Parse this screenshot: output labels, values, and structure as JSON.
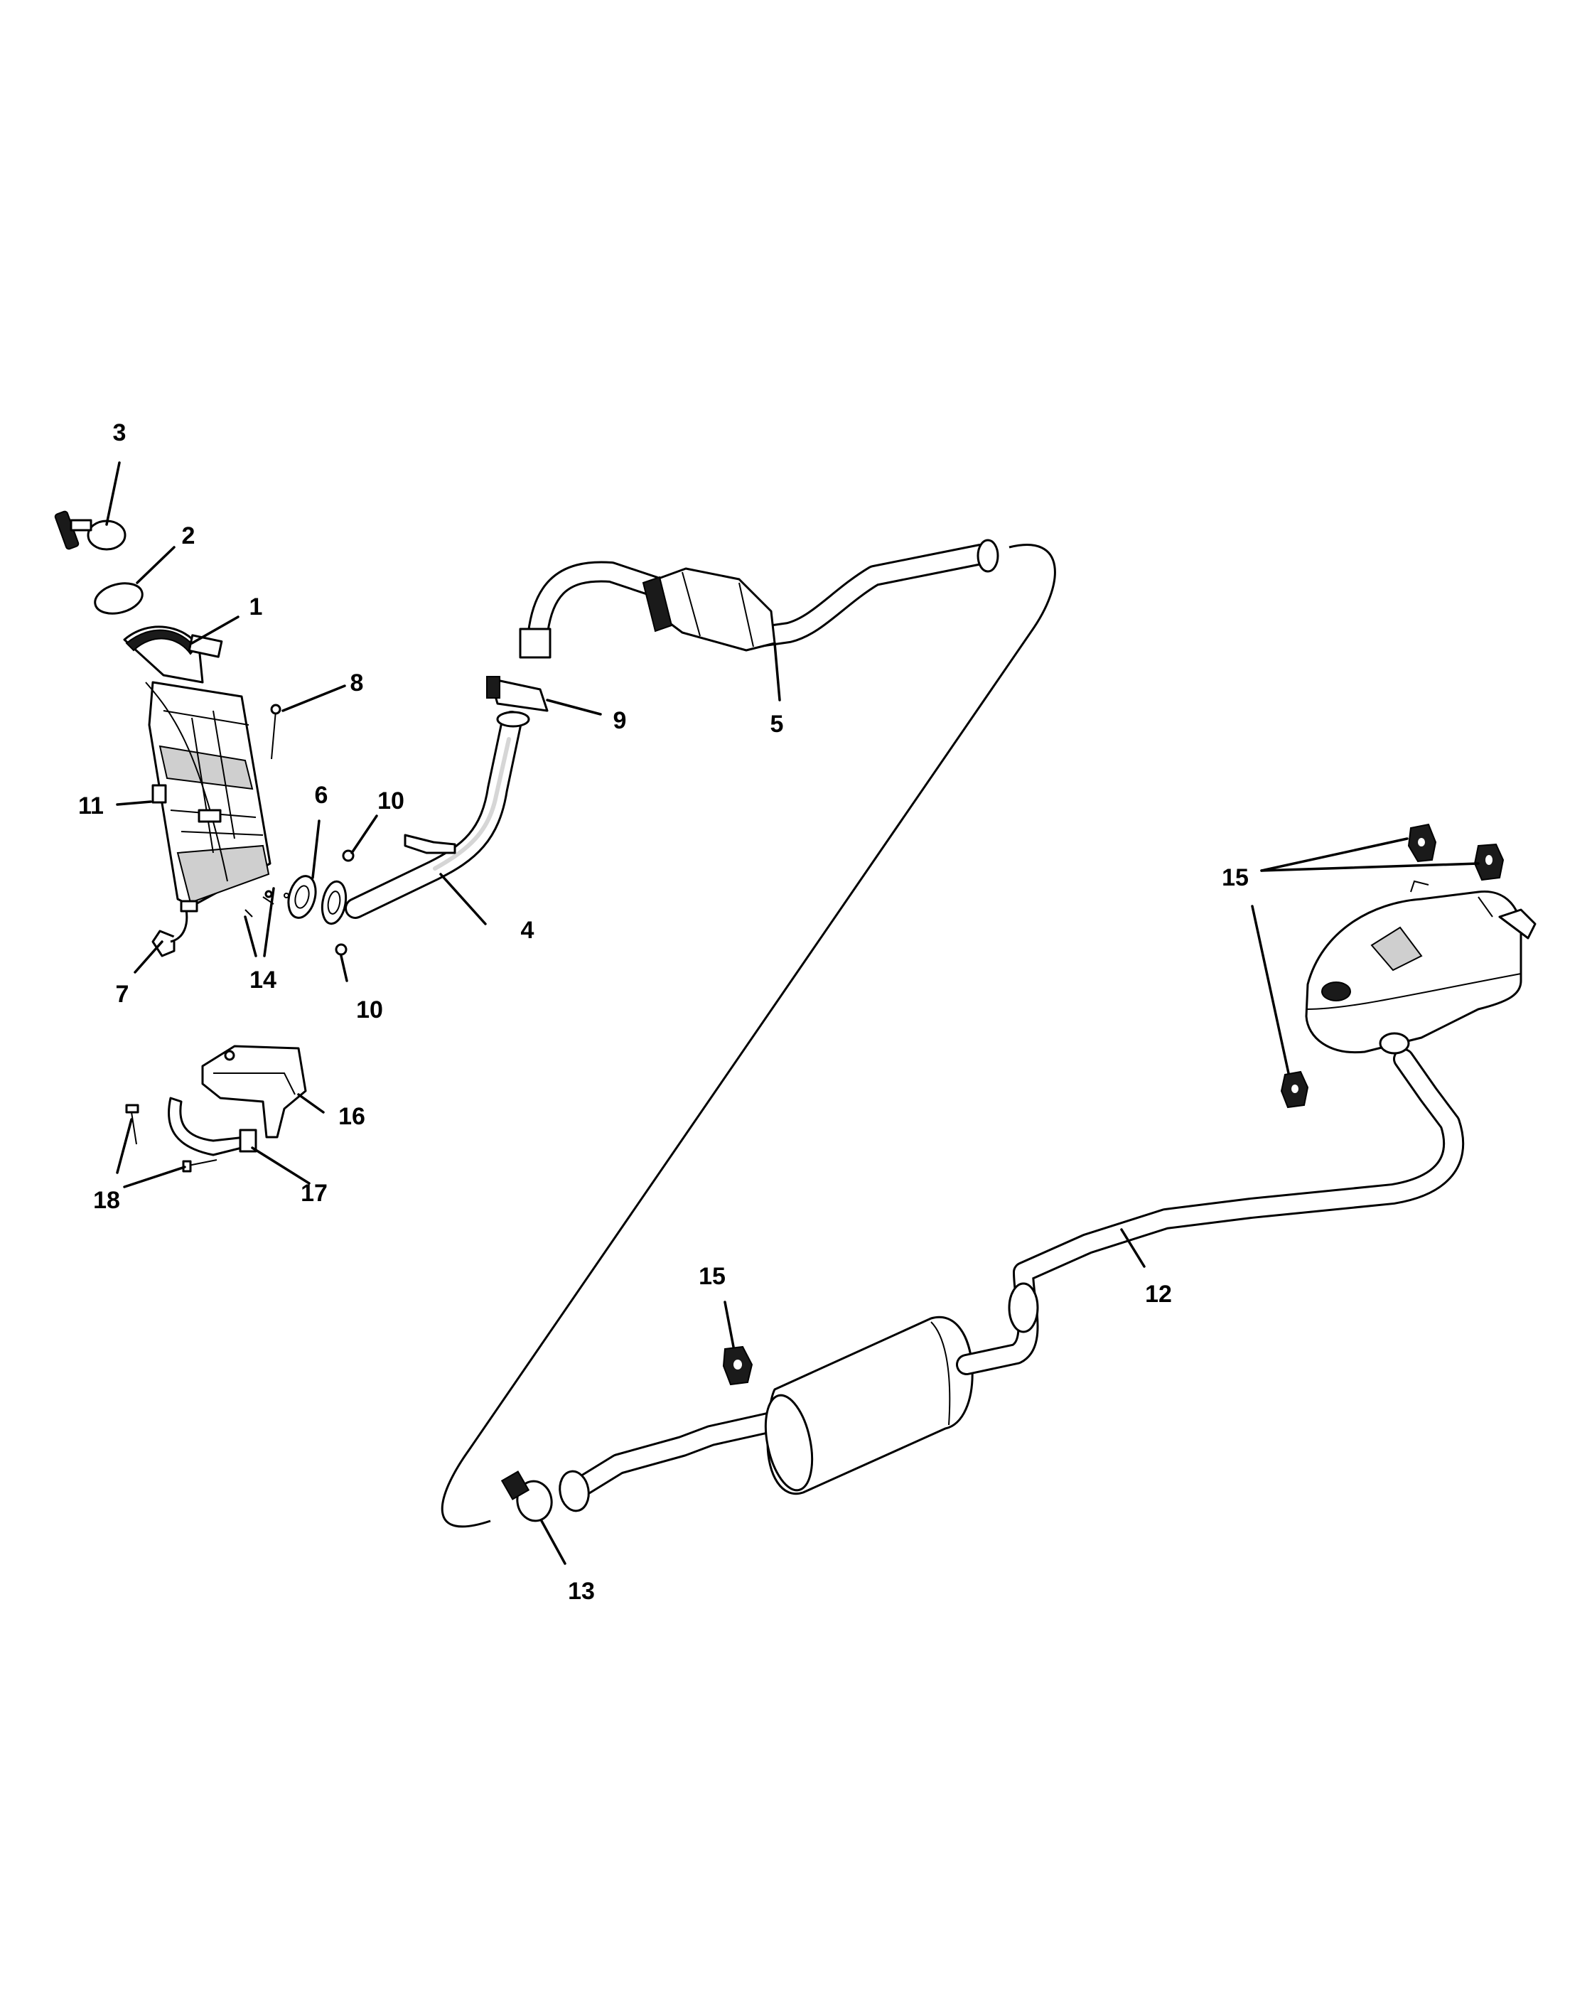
{
  "diagram": {
    "callouts": {
      "c1": "1",
      "c2": "2",
      "c3": "3",
      "c4": "4",
      "c5": "5",
      "c6": "6",
      "c7": "7",
      "c8": "8",
      "c9": "9",
      "c10a": "10",
      "c10b": "10",
      "c11": "11",
      "c12": "12",
      "c13": "13",
      "c14": "14",
      "c15a": "15",
      "c15b": "15",
      "c16": "16",
      "c17": "17",
      "c18": "18"
    }
  }
}
